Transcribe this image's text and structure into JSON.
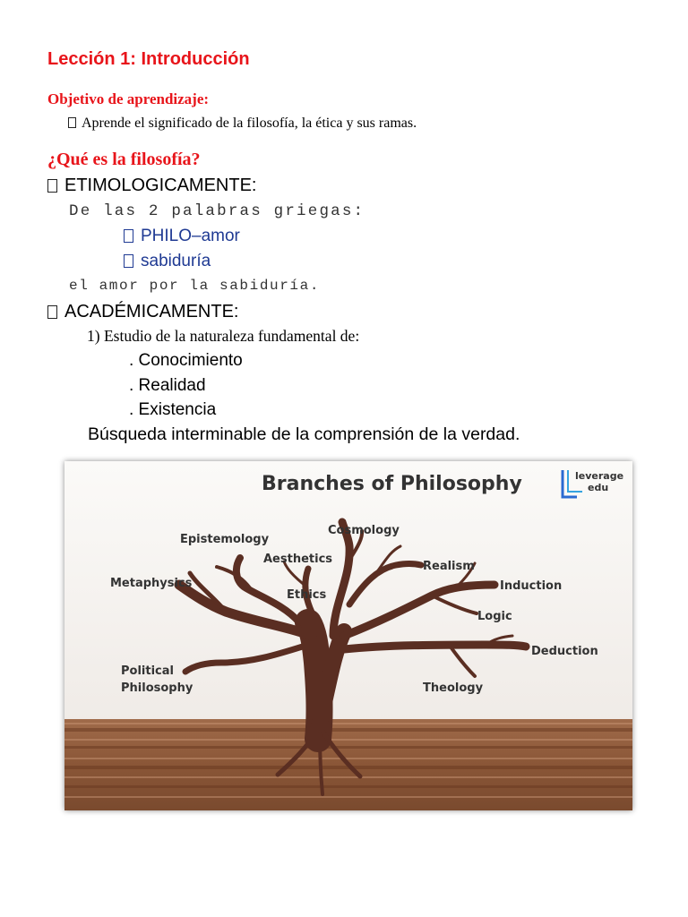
{
  "lesson_title": "Lección 1: Introducción",
  "objective": {
    "heading": "Objetivo de aprendizaje:",
    "text": "Aprende el significado de la filosofía, la ética y sus ramas."
  },
  "question": "¿Qué es la filosofía?",
  "etymology": {
    "heading": "ETIMOLOGICAMENTE:",
    "intro": "De las 2 palabras griegas:",
    "words": [
      "PHILO–amor",
      "sabiduría"
    ],
    "conclusion": "el amor por la sabiduría."
  },
  "academic": {
    "heading": "ACADÉMICAMENTE:",
    "item": "1) Estudio de la naturaleza fundamental de:",
    "subitems": [
      ". Conocimiento",
      ". Realidad",
      ". Existencia"
    ],
    "closing": "Búsqueda interminable de la comprensión de la verdad."
  },
  "figure": {
    "title": "Branches of Philosophy",
    "logo_line1": "leverage",
    "logo_line2": "edu",
    "branches": {
      "epistemology": "Epistemology",
      "cosmology": "Cosmology",
      "aesthetics": "Aesthetics",
      "realism": "Realism",
      "metaphysics": "Metaphysics",
      "induction": "Induction",
      "ethics": "Ethics",
      "logic": "Logic",
      "deduction": "Deduction",
      "political_1": "Political",
      "political_2": "Philosophy",
      "theology": "Theology"
    },
    "colors": {
      "trunk": "#5a2e22",
      "soil": "#8b5a3c",
      "background": "#f4f1ee"
    }
  }
}
